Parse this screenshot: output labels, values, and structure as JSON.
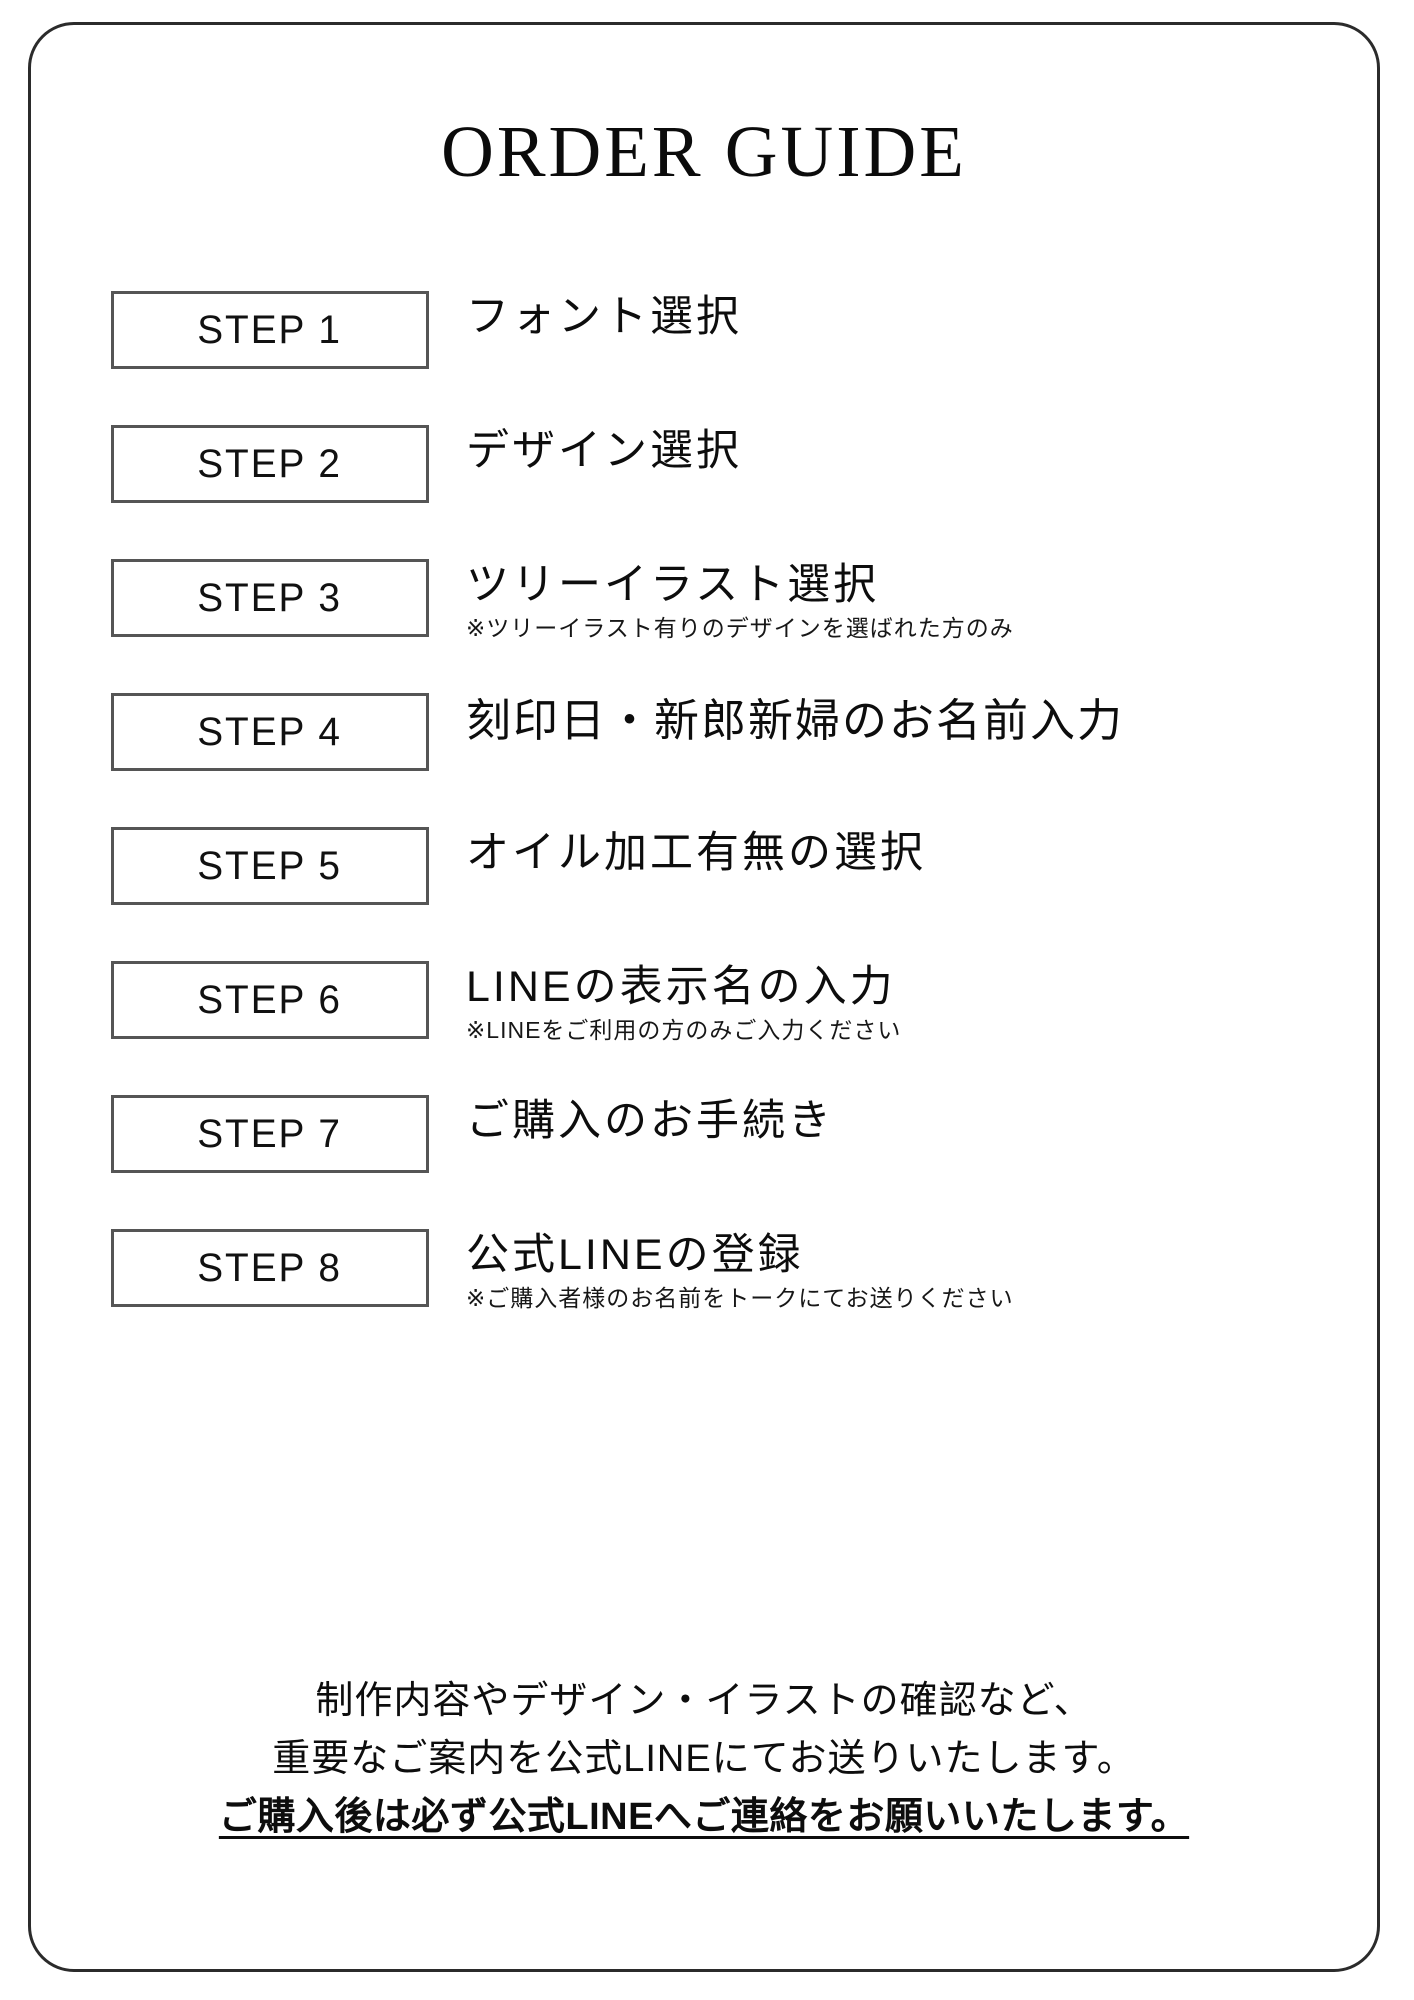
{
  "page": {
    "title": "ORDER GUIDE",
    "background_color": "#ffffff",
    "border_color": "#2b2b2b",
    "step_box_border_color": "#555555",
    "text_color": "#0d0d0d"
  },
  "steps": [
    {
      "box_label": "STEP 1",
      "text": "フォント選択",
      "note": ""
    },
    {
      "box_label": "STEP 2",
      "text": "デザイン選択",
      "note": ""
    },
    {
      "box_label": "STEP 3",
      "text": "ツリーイラスト選択",
      "note": "※ツリーイラスト有りのデザインを選ばれた方のみ"
    },
    {
      "box_label": "STEP 4",
      "text": "刻印日・新郎新婦のお名前入力",
      "note": ""
    },
    {
      "box_label": "STEP 5",
      "text": "オイル加工有無の選択",
      "note": ""
    },
    {
      "box_label": "STEP 6",
      "text": "LINEの表示名の入力",
      "note": "※LINEをご利用の方のみご入力ください"
    },
    {
      "box_label": "STEP 7",
      "text": "ご購入のお手続き",
      "note": ""
    },
    {
      "box_label": "STEP 8",
      "text": "公式LINEの登録",
      "note": "※ご購入者様のお名前をトークにてお送りください"
    }
  ],
  "footer": {
    "line1": "制作内容やデザイン・イラストの確認など、",
    "line2": "重要なご案内を公式LINEにてお送りいたします。",
    "line3": "ご購入後は必ず公式LINEへご連絡をお願いいたします。"
  }
}
